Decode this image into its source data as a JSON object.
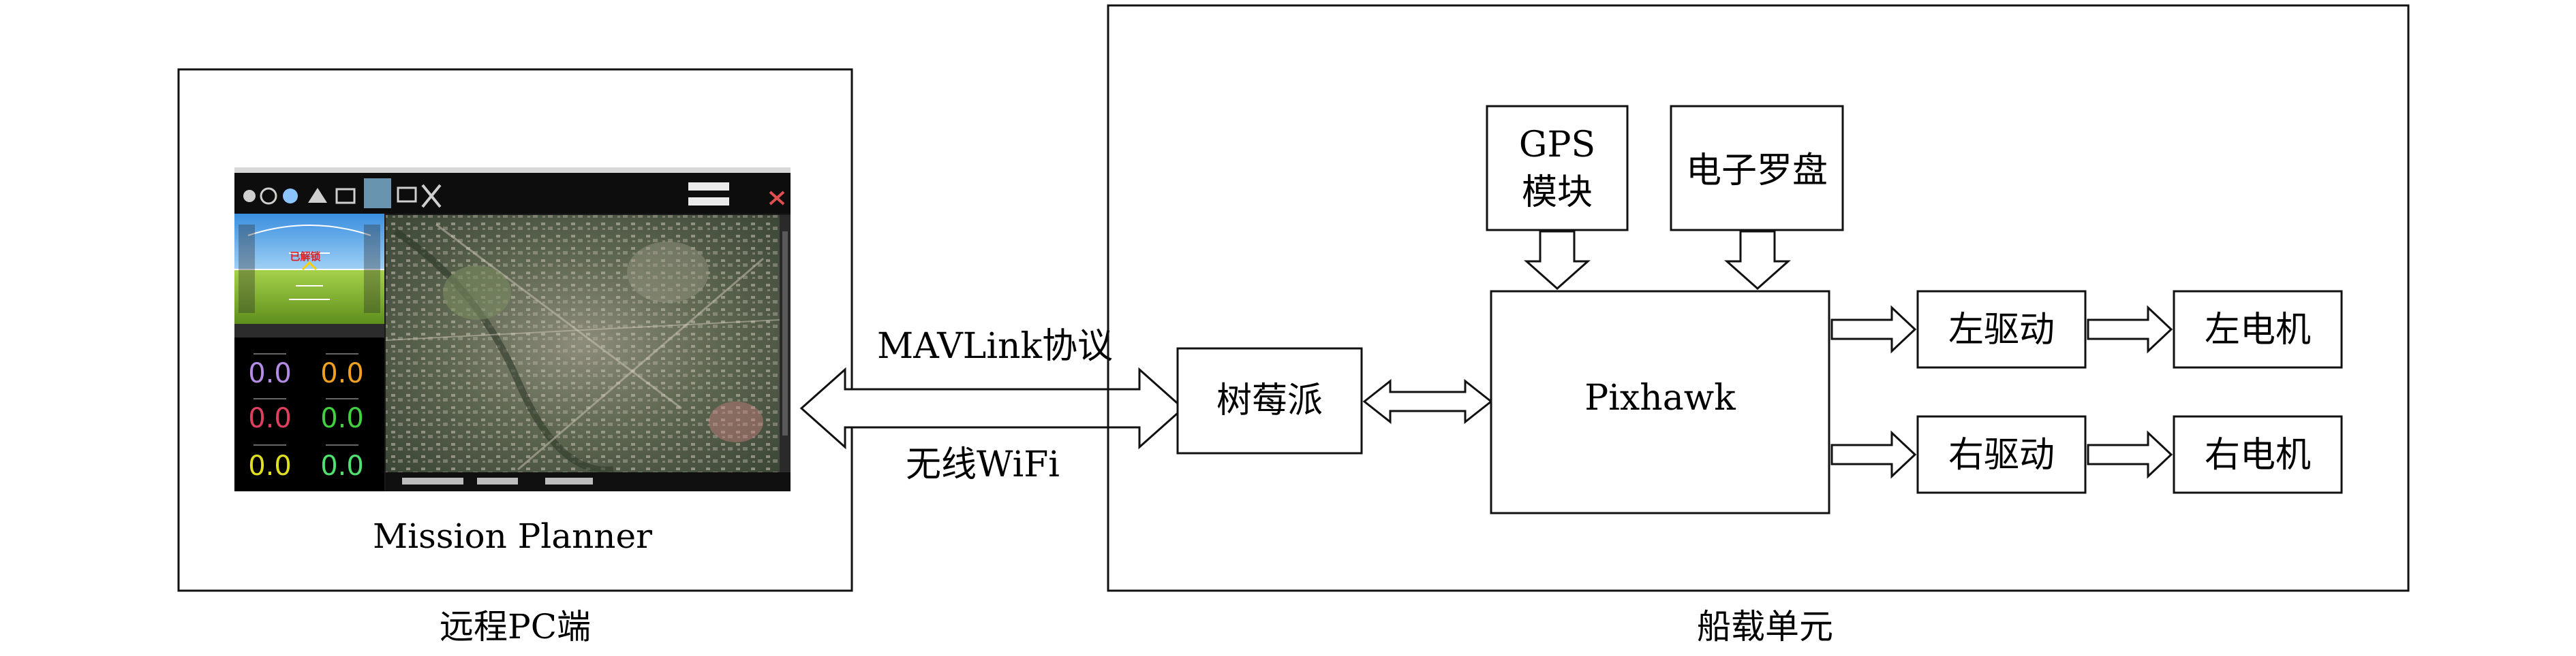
{
  "pc_side": {
    "app_label": "Mission Planner",
    "caption": "远程PC端",
    "screenshot": {
      "hud_readouts": [
        "0.0",
        "0.0",
        "0.0",
        "0.0",
        "0.0",
        "0.0"
      ],
      "readout_colors": [
        "#b48ce6",
        "#f0a020",
        "#e04060",
        "#40d040",
        "#e0e020",
        "#50e070"
      ],
      "hud_status": "已解锁"
    }
  },
  "link": {
    "protocol_label": "MAVLink协议",
    "wireless_label": "无线WiFi"
  },
  "onboard_unit": {
    "caption": "船载单元",
    "raspberry_pi": "树莓派",
    "gps_line1": "GPS",
    "gps_line2": "模块",
    "compass": "电子罗盘",
    "controller": "Pixhawk",
    "left_driver": "左驱动",
    "right_driver": "右驱动",
    "left_motor": "左电机",
    "right_motor": "右电机"
  }
}
